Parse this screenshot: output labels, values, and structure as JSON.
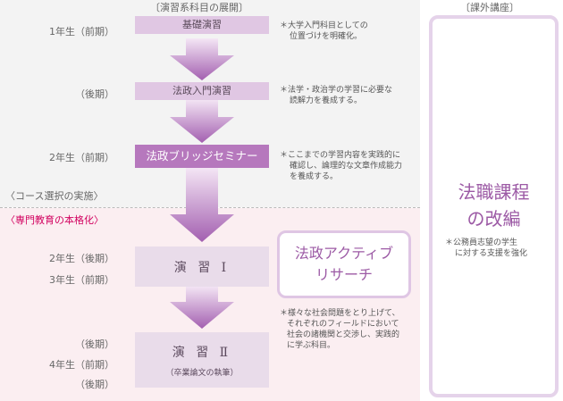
{
  "headers": {
    "main": "〔演習系科目の展開〕",
    "extra": "〔課外講座〕"
  },
  "years": {
    "y1_first": "1年生（前期）",
    "y1_second": "（後期）",
    "y2_first": "2年生（前期）",
    "y2_second": "2年生（後期）",
    "y3_first": "3年生（前期）",
    "y3_second": "（後期）",
    "y4_first": "4年生（前期）",
    "y4_second": "（後期）"
  },
  "markers": {
    "course_selection": "〈コース選択の実施〉",
    "specialization": "〈専門教育の本格化〉"
  },
  "courses": {
    "kiso": "基礎演習",
    "nyumon": "法政入門演習",
    "bridge": "法政ブリッジセミナー",
    "enshu1": "演 習 Ⅰ",
    "enshu2": "演 習 Ⅱ",
    "enshu2_sub": "（卒業論文の執筆）"
  },
  "notes": {
    "kiso": [
      "＊大学入門科目としての",
      "位置づけを明確化。"
    ],
    "nyumon": [
      "＊法学・政治学の学習に必要な",
      "読解力を養成する。"
    ],
    "bridge": [
      "＊ここまでの学習内容を実践的に",
      "確認し、論理的な文章作成能力",
      "を養成する。"
    ],
    "active": [
      "＊様々な社会問題をとり上げて、",
      "それぞれのフィールドにおいて",
      "社会の諸機関と交渉し、実践的",
      "に学ぶ科目。"
    ]
  },
  "active_course": [
    "法政アクティブ",
    "リサーチ"
  ],
  "extra_course": {
    "title": [
      "法職課程",
      "の改編"
    ],
    "note": [
      "＊公務員志望の学生",
      "に対する支援を強化"
    ]
  },
  "colors": {
    "pill_light": "#e0c7e3",
    "pill_dark": "#b678bd",
    "box_light": "#e9dcea",
    "arrow_light": "#f4e6f5",
    "arrow_dark": "#a35fb0",
    "accent": "#9c5aa5",
    "red": "#d2005f"
  }
}
